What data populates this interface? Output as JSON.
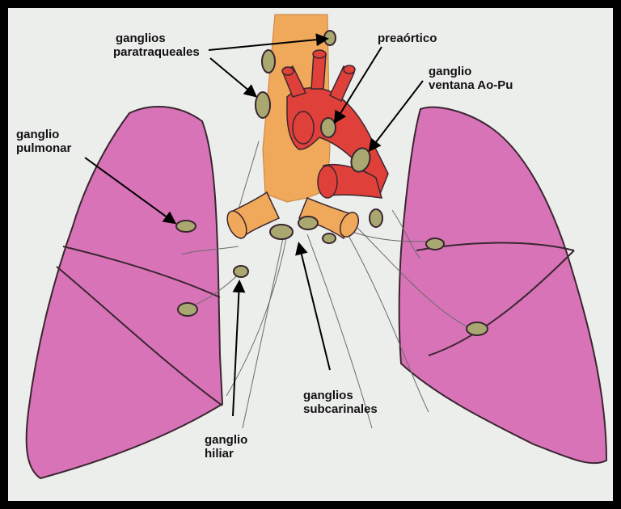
{
  "labels": {
    "paratraqueales": [
      "ganglios",
      "paratraqueales"
    ],
    "preaortico": [
      "preaórtico"
    ],
    "ventana": [
      "ganglio",
      "ventana Ao-Pu"
    ],
    "pulmonar": [
      "ganglio",
      "pulmonar"
    ],
    "subcarinales": [
      "ganglios",
      "subcarinales"
    ],
    "hiliar": [
      "ganglio",
      "hiliar"
    ]
  },
  "colors": {
    "lung": "#d973b8",
    "trachea": "#f0a85a",
    "aorta": "#e0403a",
    "node": "#a9a870",
    "outline": "#3a2630",
    "frame": "#000000"
  }
}
